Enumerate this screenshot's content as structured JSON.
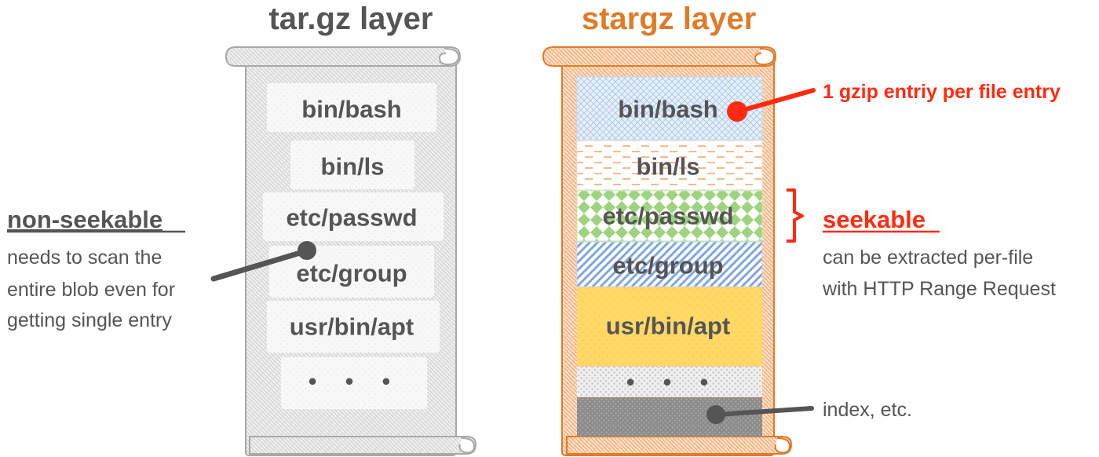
{
  "titles": {
    "left": "tar.gz layer",
    "right": "stargz layer"
  },
  "tar_entries": [
    "bin/bash",
    "bin/ls",
    "etc/passwd",
    "etc/group",
    "usr/bin/apt",
    "• • •"
  ],
  "stargz_entries": [
    "bin/bash",
    "bin/ls",
    "etc/passwd",
    "etc/group",
    "usr/bin/apt",
    "• • •"
  ],
  "non_seekable": {
    "heading": "non-seekable",
    "lines": [
      "needs to scan the",
      "entire blob even for",
      "getting single entry"
    ]
  },
  "seekable": {
    "heading": "seekable",
    "lines": [
      "can be extracted per-file",
      "with HTTP Range Request"
    ]
  },
  "gzip_callout": "1 gzip entriy per file entry",
  "index_label": "index, etc.",
  "colors": {
    "tar_title": "#555555",
    "stargz_title": "#e07b28",
    "seekable": "#ff2a10",
    "connector": "#555555",
    "scroll_outline_gray": "#a8a8a8",
    "scroll_outline_orange": "#e07b28"
  }
}
